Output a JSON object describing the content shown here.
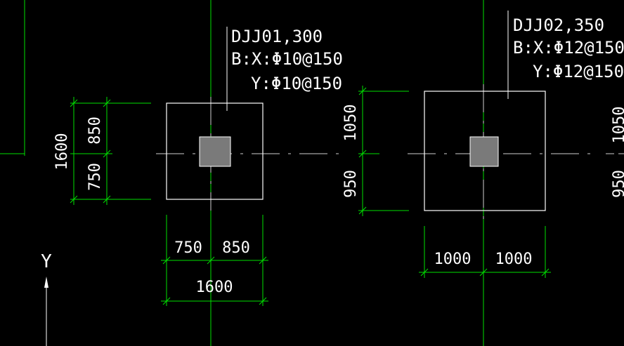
{
  "colors": {
    "background": "#000000",
    "dimension_line": "#00e000",
    "outline": "#ffffff",
    "center_line": "#cccccc",
    "column_fill": "#7a7a7a"
  },
  "footing_1": {
    "name_line": "DJJ01,300",
    "bx_line": "B:X:Φ10@150",
    "by_line": "Y:Φ10@150",
    "dims": {
      "top_vert": "850",
      "bottom_vert": "750",
      "total_vert": "1600",
      "left_horiz": "750",
      "right_horiz": "850",
      "total_horiz": "1600"
    }
  },
  "footing_2": {
    "name_line": "DJJ02,350",
    "bx_line": "B:X:Φ12@150",
    "by_line": "Y:Φ12@150",
    "dims": {
      "top_vert": "1050",
      "bottom_vert": "950",
      "left_horiz": "1000",
      "right_horiz": "1000"
    }
  },
  "footing_3_partial": {
    "top_vert": "1050",
    "bottom_vert": "950"
  },
  "axis_indicator": {
    "label": "Y"
  }
}
